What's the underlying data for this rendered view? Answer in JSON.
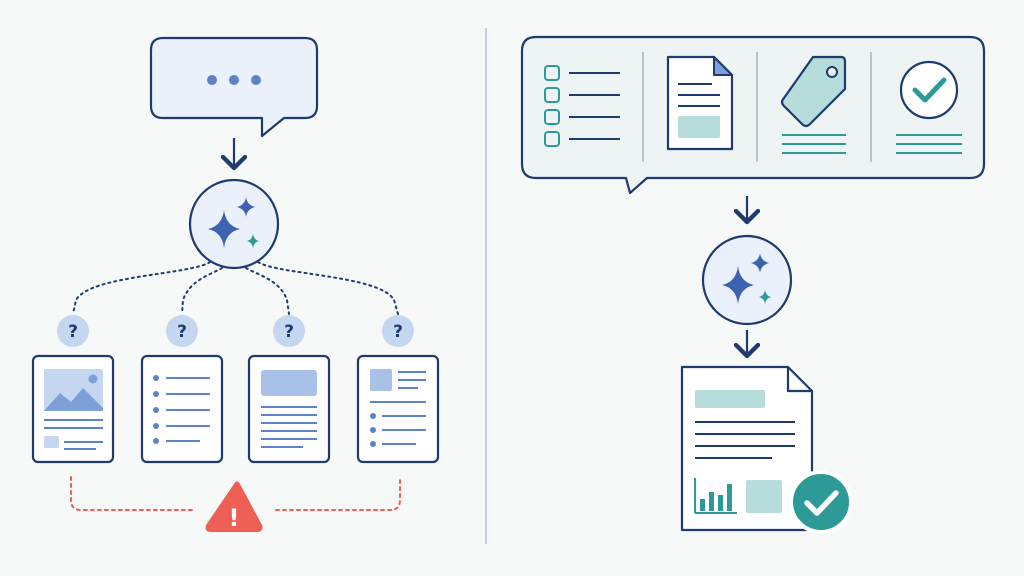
{
  "colors": {
    "navy": "#1e3a6e",
    "blue": "#3d63b0",
    "light_blue_fill": "#eaf1fb",
    "question_fill": "#c5d6f1",
    "teal": "#2e9a98",
    "teal_light": "#b6dcdc",
    "alert_red": "#ee5f55",
    "panel_fill": "#eef3f4",
    "divider": "#c6cdd8"
  },
  "left_panel": {
    "prompt_bubble_icon": "ellipsis-icon",
    "ai_node_icon": "sparkle-icon",
    "candidates": [
      {
        "question_mark": "?",
        "doc_kind": "image-document"
      },
      {
        "question_mark": "?",
        "doc_kind": "bullet-list-document"
      },
      {
        "question_mark": "?",
        "doc_kind": "banner-document"
      },
      {
        "question_mark": "?",
        "doc_kind": "mixed-document"
      }
    ],
    "warning": {
      "icon": "warning-triangle-icon",
      "symbol": "!"
    }
  },
  "right_panel": {
    "context_panel": {
      "sections": [
        "checklist-icon",
        "document-icon",
        "tag-icon",
        "check-circle-icon"
      ]
    },
    "ai_node_icon": "sparkle-icon",
    "result": {
      "icon": "report-document-icon",
      "badge": "check-badge-icon"
    }
  }
}
